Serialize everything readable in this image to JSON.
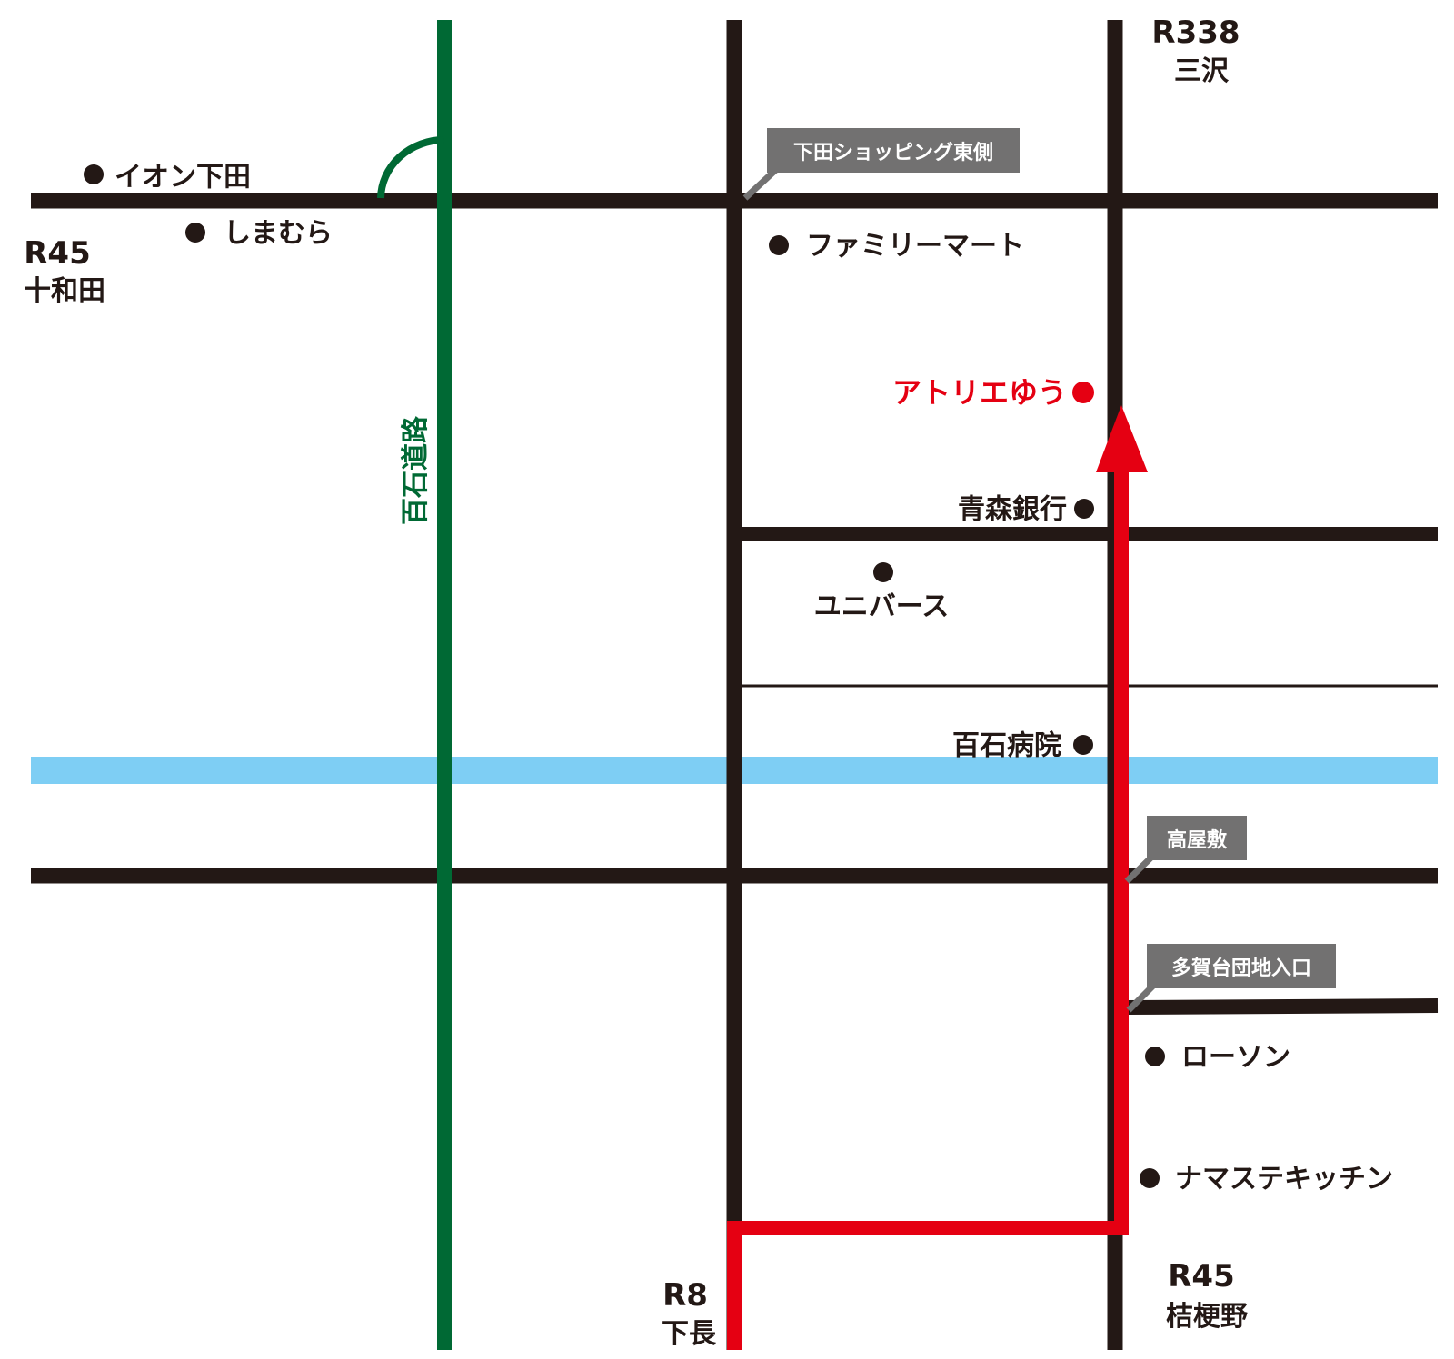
{
  "colors": {
    "road": "#231815",
    "route": "#e50012",
    "momoishi": "#006934",
    "river": "#7ecef4",
    "callout_bg": "#727171",
    "callout_text": "#ffffff",
    "destination": "#e50012"
  },
  "route_labels": {
    "r338_code": "R338",
    "r338_dest": "三沢",
    "r45_west_code": "R45",
    "r45_west_dest": "十和田",
    "r45_south_code": "R45",
    "r45_south_dest": "桔梗野",
    "r8_code": "R8",
    "r8_dest": "下長"
  },
  "road_name": "百石道路",
  "intersections": {
    "shimoda_shopping_east": "下田ショッピング東側",
    "takayashiki": "高屋敷",
    "tagadai_danchi_iriguchi": "多賀台団地入口"
  },
  "landmarks": {
    "aeon": "イオン下田",
    "shimamura": "しまむら",
    "familymart": "ファミリーマート",
    "atelier_yu": "アトリエゆう",
    "aomori_bank": "青森銀行",
    "universe": "ユニバース",
    "momoishi_hospital": "百石病院",
    "lawson": "ローソン",
    "namaste_kitchen": "ナマステキッチン"
  }
}
